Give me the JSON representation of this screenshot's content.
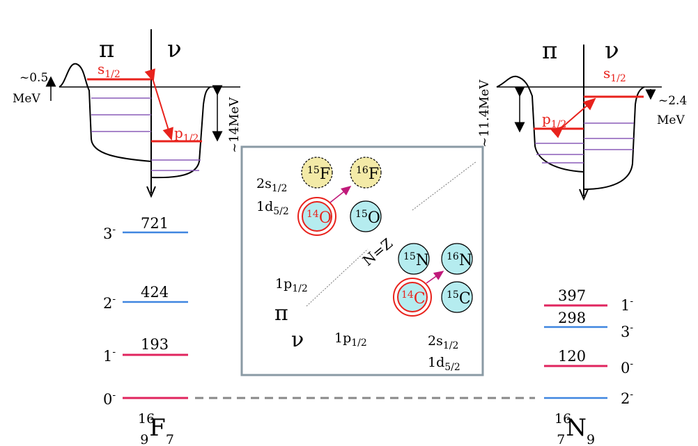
{
  "left": {
    "pi": "π",
    "nu": "ν",
    "depth_left_num": "~0.5",
    "depth_left_unit": "MeV",
    "s_orb": "s",
    "s_sub": "1/2",
    "p_orb": "p",
    "p_sub": "1/2",
    "depth_right": "~14MeV",
    "levels": [
      {
        "spin": "3",
        "parity": "-",
        "energy": "721"
      },
      {
        "spin": "2",
        "parity": "-",
        "energy": "424"
      },
      {
        "spin": "1",
        "parity": "-",
        "energy": "193"
      },
      {
        "spin": "0",
        "parity": "-",
        "energy": ""
      }
    ],
    "nucleus_mass": "16",
    "nucleus_z": "9",
    "nucleus_symbol": "F",
    "nucleus_n": "7"
  },
  "right": {
    "pi": "π",
    "nu": "ν",
    "depth_left": "~11.4MeV",
    "s_orb": "s",
    "s_sub": "1/2",
    "p_orb": "p",
    "p_sub": "1/2",
    "depth_right_num": "~2.4",
    "depth_right_unit": "MeV",
    "levels": [
      {
        "spin": "1",
        "parity": "-",
        "energy": "397"
      },
      {
        "spin": "3",
        "parity": "-",
        "energy": "298"
      },
      {
        "spin": "0",
        "parity": "-",
        "energy": "120"
      },
      {
        "spin": "2",
        "parity": "-",
        "energy": ""
      }
    ],
    "nucleus_mass": "16",
    "nucleus_z": "7",
    "nucleus_symbol": "N",
    "nucleus_n": "9"
  },
  "inset": {
    "shell_2s": "2s",
    "shell_2s_sub": "1/2",
    "shell_1d": "1d",
    "shell_1d_sub": "5/2",
    "shell_1p": "1p",
    "shell_1p_sub": "1/2",
    "pi": "π",
    "nu": "ν",
    "nz_label": "N=Z",
    "nuclei": [
      {
        "mass": "15",
        "symbol": "F"
      },
      {
        "mass": "16",
        "symbol": "F"
      },
      {
        "mass": "14",
        "symbol": "O"
      },
      {
        "mass": "15",
        "symbol": "O"
      },
      {
        "mass": "15",
        "symbol": "N"
      },
      {
        "mass": "16",
        "symbol": "N"
      },
      {
        "mass": "14",
        "symbol": "C"
      },
      {
        "mass": "15",
        "symbol": "C"
      }
    ]
  },
  "colors": {
    "red": "#e8221c",
    "blue": "#3f86e0",
    "pink": "#e0245e",
    "purple": "#8a5bb8",
    "cyan": "#b5ecef",
    "yellow": "#f3eaa7",
    "box_border": "#8a9aa4",
    "dashed": "#888888"
  }
}
